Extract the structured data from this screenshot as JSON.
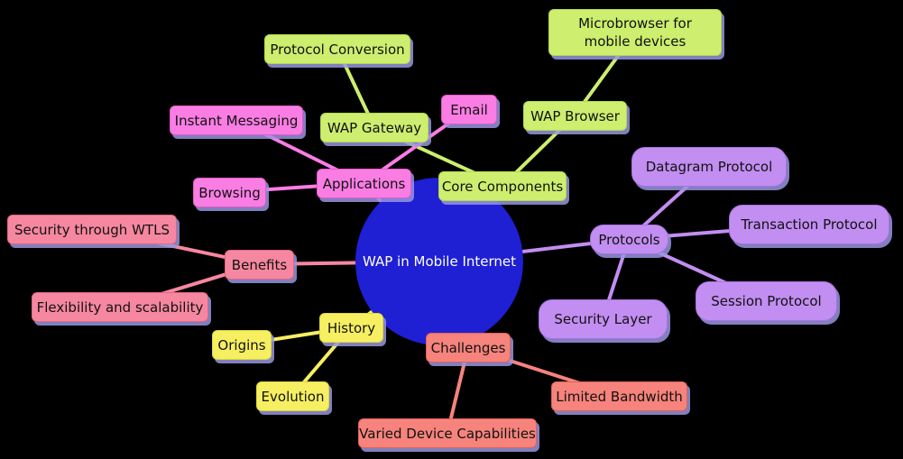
{
  "background_color": "#000000",
  "root": {
    "label": "WAP in Mobile Internet",
    "color": "#1f1fd3",
    "text_color": "#ffffff"
  },
  "branches": {
    "core_components": {
      "label": "Core Components",
      "color": "#cdee6e",
      "children": {
        "wap_gateway": {
          "label": "WAP Gateway"
        },
        "protocol_conversion": {
          "label": "Protocol Conversion"
        },
        "wap_browser": {
          "label": "WAP Browser"
        },
        "microbrowser": {
          "label": "Microbrowser for mobile devices"
        }
      }
    },
    "applications": {
      "label": "Applications",
      "color": "#fa7de4",
      "children": {
        "email": {
          "label": "Email"
        },
        "instant_messaging": {
          "label": "Instant Messaging"
        },
        "browsing": {
          "label": "Browsing"
        }
      }
    },
    "protocols": {
      "label": "Protocols",
      "color": "#c28ef1",
      "children": {
        "datagram_protocol": {
          "label": "Datagram Protocol"
        },
        "transaction_protocol": {
          "label": "Transaction Protocol"
        },
        "session_protocol": {
          "label": "Session Protocol"
        },
        "security_layer": {
          "label": "Security Layer"
        }
      }
    },
    "benefits": {
      "label": "Benefits",
      "color": "#f687a0",
      "children": {
        "security_through_wtls": {
          "label": "Security through WTLS"
        },
        "flexibility_and_scalability": {
          "label": "Flexibility and scalability"
        }
      }
    },
    "history": {
      "label": "History",
      "color": "#f6ef61",
      "children": {
        "origins": {
          "label": "Origins"
        },
        "evolution": {
          "label": "Evolution"
        }
      }
    },
    "challenges": {
      "label": "Challenges",
      "color": "#f6837c",
      "children": {
        "limited_bandwidth": {
          "label": "Limited Bandwidth"
        },
        "varied_device_capabilities": {
          "label": "Varied Device Capabilities"
        }
      }
    }
  }
}
